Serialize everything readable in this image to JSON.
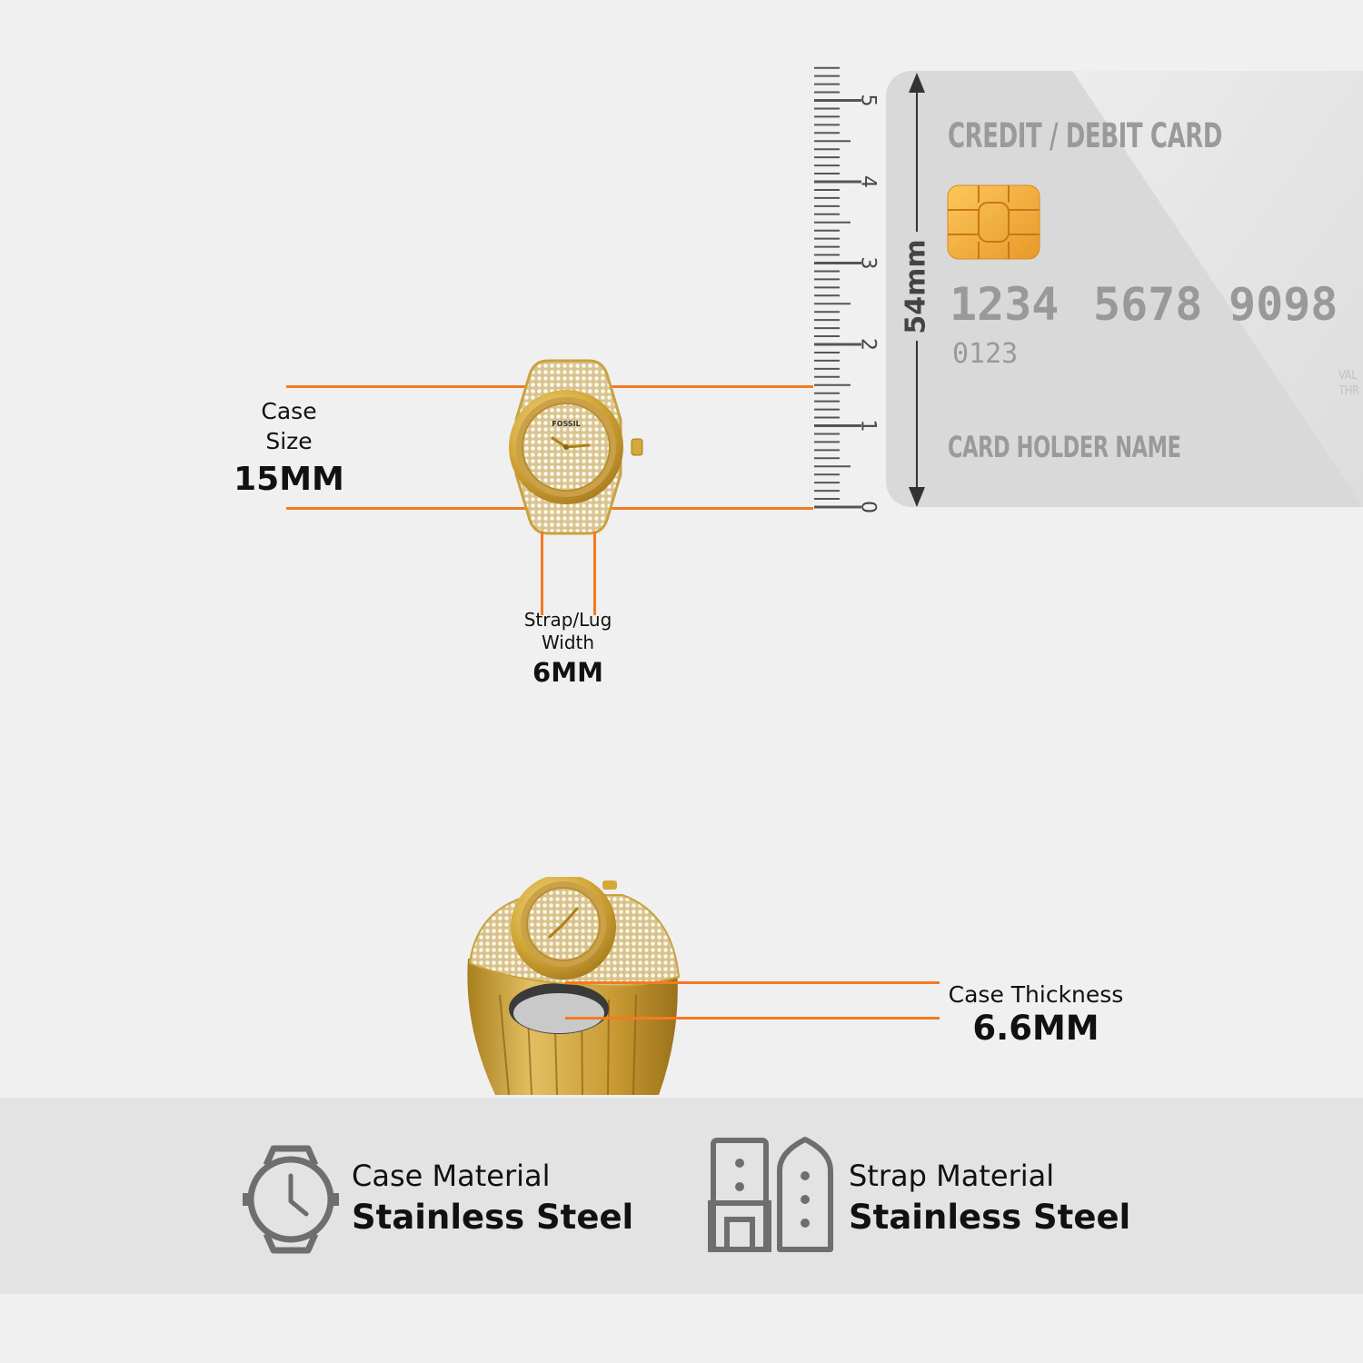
{
  "case_size": {
    "label_line1": "Case",
    "label_line2": "Size",
    "value": "15MM"
  },
  "lug_width": {
    "label_line1": "Strap/Lug",
    "label_line2": "Width",
    "value": "6MM"
  },
  "case_thickness": {
    "label": "Case Thickness",
    "value": "6.6MM"
  },
  "ruler": {
    "ticks": [
      "0",
      "1",
      "2",
      "3",
      "4",
      "5"
    ]
  },
  "card": {
    "title": "CREDIT / DEBIT CARD",
    "number_groups": [
      "1234",
      "5678",
      "9098"
    ],
    "code": "0123",
    "holder": "CARD HOLDER NAME",
    "valid_line1": "VAL",
    "valid_line2": "THR",
    "height_label": "54mm"
  },
  "watch_logo": "FOSSIL",
  "features": {
    "case_material": {
      "title": "Case Material",
      "value": "Stainless Steel",
      "icon": "watch-icon"
    },
    "strap_material": {
      "title": "Strap Material",
      "value": "Stainless Steel",
      "icon": "strap-icon"
    }
  },
  "colors": {
    "accent": "#f47b20",
    "background": "#f0f0f0",
    "band": "#e3e3e3",
    "gold": "#d4a93a",
    "icon_gray": "#6e6e6e"
  }
}
